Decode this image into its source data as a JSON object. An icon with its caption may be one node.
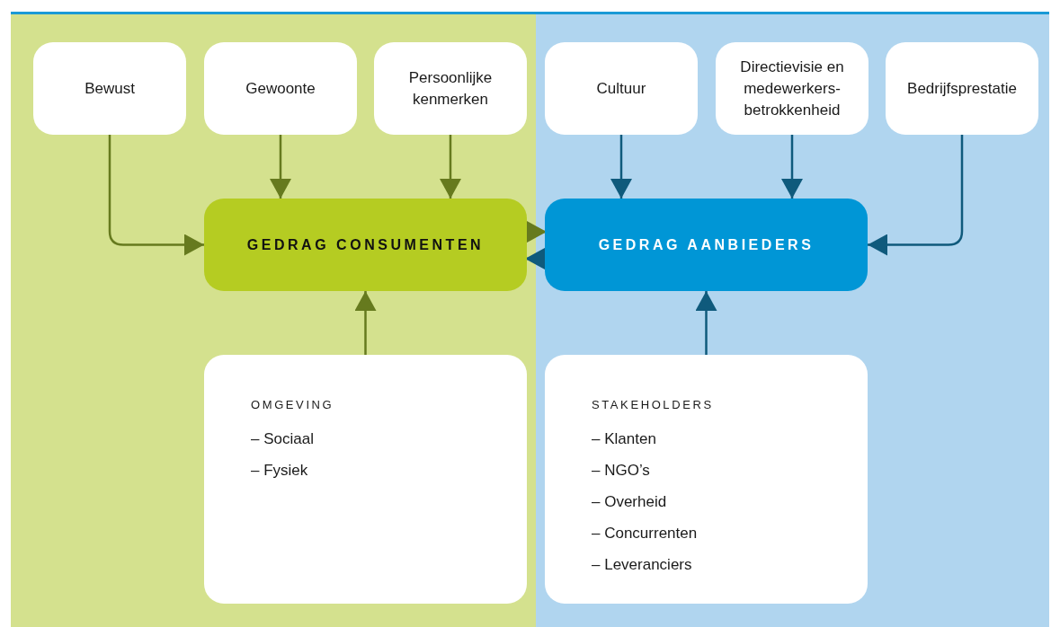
{
  "diagram": {
    "nodes": [
      {
        "text": [
          "Bewust"
        ]
      },
      {
        "text": [
          "Gewoonte"
        ]
      },
      {
        "text": [
          "Persoonlijke kenmerken"
        ]
      },
      {
        "text": [
          "Cultuur"
        ]
      },
      {
        "text": [
          "Directievisie en medewerkers-betrokkenheid"
        ]
      },
      {
        "text": [
          "Bedrijfsprestatie"
        ]
      },
      {
        "text": [
          "GEDRAG CONSUMENTEN"
        ]
      },
      {
        "text": [
          "GEDRAG AANBIEDERS"
        ]
      },
      {
        "text": [
          "OMGEVING",
          "– Sociaal",
          "– Fysiek"
        ]
      },
      {
        "text": [
          "STAKEHOLDERS",
          "– Klanten",
          "– NGO’s",
          "– Overheid",
          "– Concurrenten",
          "– Leveranciers"
        ]
      }
    ],
    "edges": [
      {
        "from": 0,
        "to": 6,
        "arrow": "to",
        "color": "#667a1e"
      },
      {
        "from": 1,
        "to": 6,
        "arrow": "to",
        "color": "#667a1e"
      },
      {
        "from": 2,
        "to": 6,
        "arrow": "to",
        "color": "#667a1e"
      },
      {
        "from": 3,
        "to": 7,
        "arrow": "to",
        "color": "#0f5a7c"
      },
      {
        "from": 4,
        "to": 7,
        "arrow": "to",
        "color": "#0f5a7c"
      },
      {
        "from": 5,
        "to": 7,
        "arrow": "to",
        "color": "#0f5a7c"
      },
      {
        "from": 6,
        "to": 7,
        "arrow": "to",
        "color": "#667a1e"
      },
      {
        "from": 7,
        "to": 6,
        "arrow": "to",
        "color": "#0f5a7c"
      },
      {
        "from": 8,
        "to": 6,
        "arrow": "to",
        "color": "#667a1e"
      },
      {
        "from": 9,
        "to": 7,
        "arrow": "to",
        "color": "#0f5a7c"
      }
    ]
  }
}
